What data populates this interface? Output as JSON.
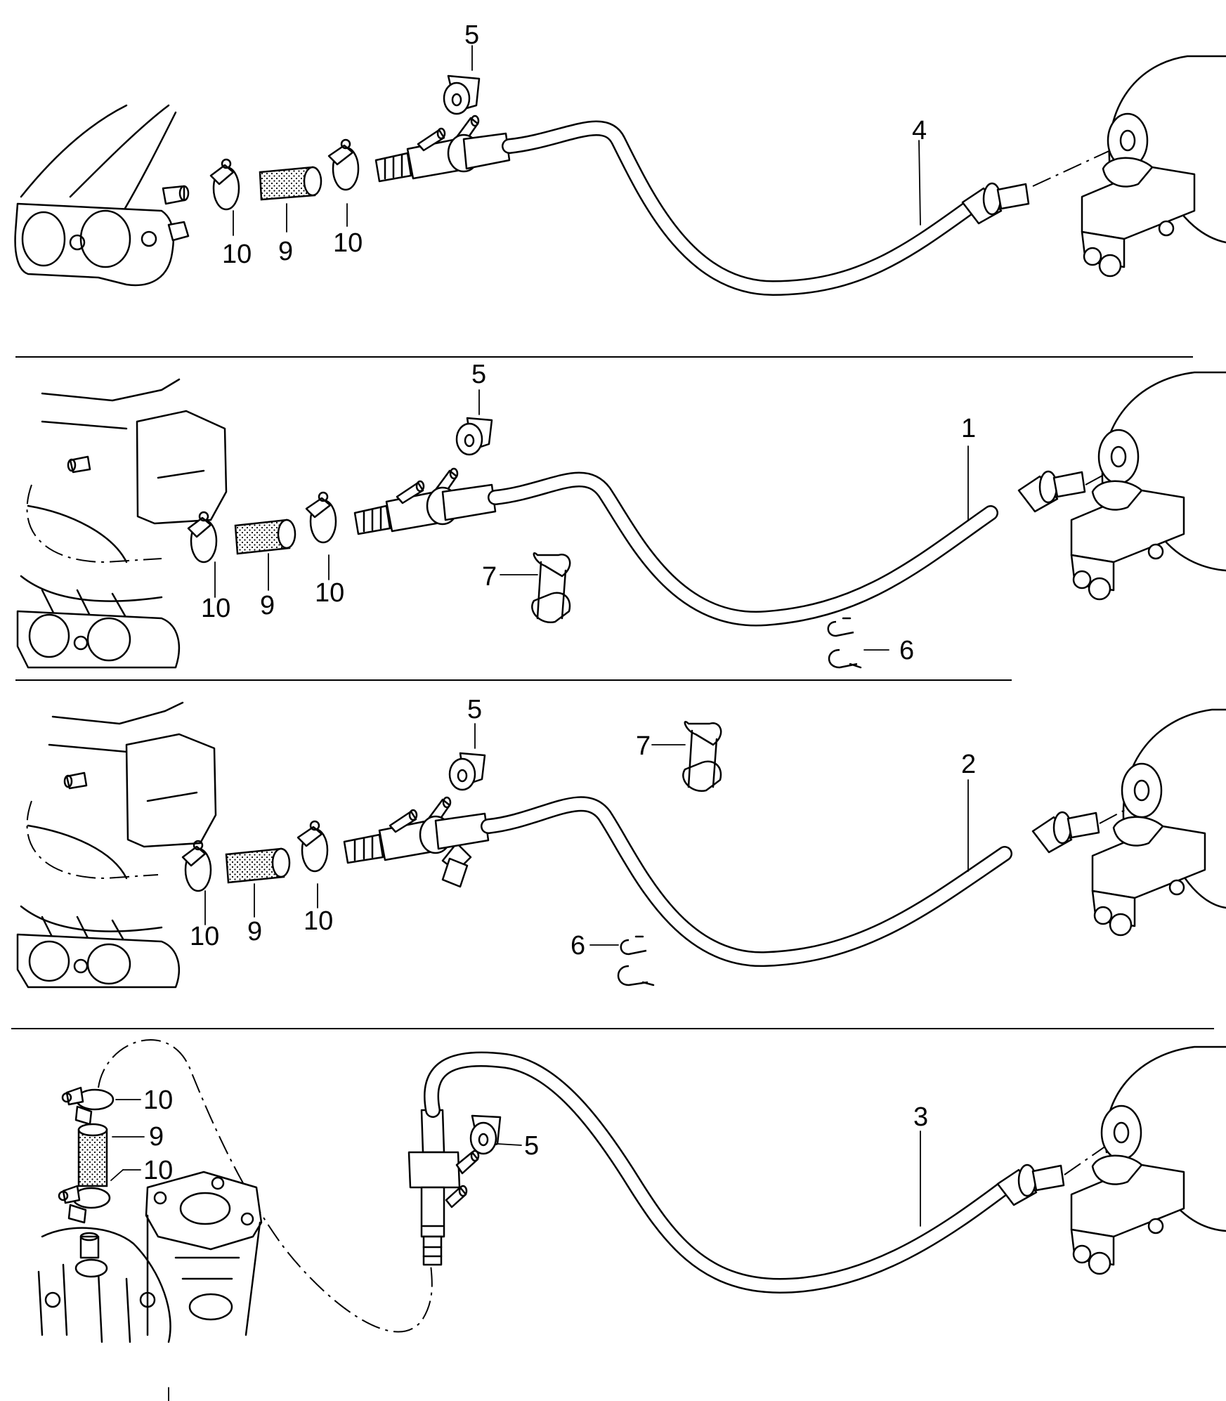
{
  "panels": [
    {
      "id": "panel-1",
      "callouts": {
        "hose": "4",
        "valve": "5",
        "hose_short": "9",
        "clip_left": "10",
        "clip_right": "10"
      }
    },
    {
      "id": "panel-2",
      "callouts": {
        "hose": "1",
        "valve": "5",
        "hose_short": "9",
        "clip_left": "10",
        "clip_right": "10",
        "holder": "7",
        "clip_small": "6"
      }
    },
    {
      "id": "panel-3",
      "callouts": {
        "hose": "2",
        "valve": "5",
        "hose_short": "9",
        "clip_left": "10",
        "clip_right": "10",
        "holder": "7",
        "clip_small": "6"
      }
    },
    {
      "id": "panel-4",
      "callouts": {
        "hose": "3",
        "valve": "5",
        "hose_short": "9",
        "clip_top": "10",
        "clip_bottom": "10"
      }
    }
  ]
}
